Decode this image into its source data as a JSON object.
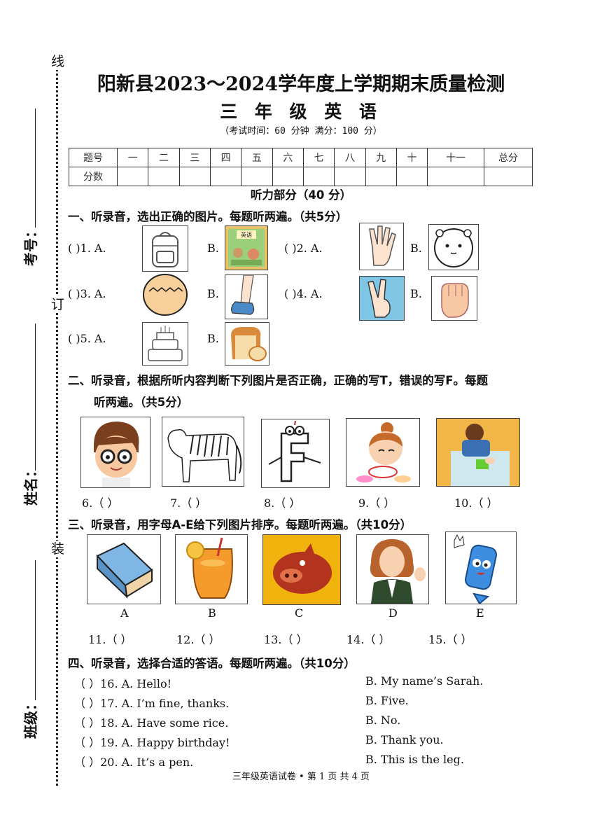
{
  "margin": {
    "marks": [
      "线",
      "订",
      "装"
    ],
    "labels": [
      "考号：",
      "姓名：",
      "班级："
    ]
  },
  "header": {
    "title": "阳新县2023～2024学年度上学期期末质量检测",
    "subject": "三 年 级 英 语",
    "info": "（考试时间：60 分钟   满分：100 分）"
  },
  "score_table": {
    "row1": [
      "题号",
      "一",
      "二",
      "三",
      "四",
      "五",
      "六",
      "七",
      "八",
      "九",
      "十",
      "十一",
      "总分"
    ],
    "row2_label": "分数"
  },
  "part_title": "听力部分（40 分）",
  "section1": {
    "heading": "一、听录音，选出正确的图片。每题听两遍。（共5分）",
    "items": [
      {
        "num": "(      )1. A.",
        "a_icon": "backpack-icon",
        "b_icon": "english-book-icon"
      },
      {
        "num": "(      )2. A.",
        "a_icon": "hand-icon",
        "b_icon": "face-icon"
      },
      {
        "num": "(      )3. A.",
        "a_icon": "egg-icon",
        "b_icon": "leg-foot-icon"
      },
      {
        "num": "(      )4. A.",
        "a_icon": "victory-hand-icon",
        "b_icon": "fist-icon"
      },
      {
        "num": "(      )5. A.",
        "a_icon": "birthday-cake-icon",
        "b_icon": "bread-icon"
      }
    ],
    "b_label": "B."
  },
  "section2": {
    "heading_line1": "二、听录音，根据所听内容判断下列图片是否正确，正确的写T，错误的写F。每题",
    "heading_line2": "听两遍。（共5分）",
    "items": [
      {
        "label": "6.（      ）",
        "icon": "boy-glasses-icon"
      },
      {
        "label": "7.（      ）",
        "icon": "tiger-icon"
      },
      {
        "label": "8.（      ）",
        "icon": "letter-f-icon"
      },
      {
        "label": "9.（      ）",
        "icon": "girl-eating-icon"
      },
      {
        "label": "10.（      ）",
        "icon": "boy-desk-icon"
      }
    ]
  },
  "section3": {
    "heading": "三、听录音，用字母A-E给下列图片排序。每题听两遍。（共10分）",
    "pictures": [
      {
        "letter": "A",
        "icon": "eraser-icon"
      },
      {
        "letter": "B",
        "icon": "juice-icon"
      },
      {
        "letter": "C",
        "icon": "pig-icon"
      },
      {
        "letter": "D",
        "icon": "teacher-icon"
      },
      {
        "letter": "E",
        "icon": "crayon-icon"
      }
    ],
    "answers": [
      "11.（        ）",
      "12.（        ）",
      "13.（        ）",
      "14.（        ）",
      "15.（        ）"
    ]
  },
  "section4": {
    "heading": "四、听录音，选择合适的答语。每题听两遍。（共10分）",
    "items": [
      {
        "q": "（      ）16. A. Hello!",
        "b": "B. My name’s Sarah."
      },
      {
        "q": "（      ）17. A. I’m fine, thanks.",
        "b": "B. Five."
      },
      {
        "q": "（      ）18. A. Have some rice.",
        "b": "B. No."
      },
      {
        "q": "（      ）19. A. Happy birthday!",
        "b": "B. Thank you."
      },
      {
        "q": "（      ）20. A. It’s a pen.",
        "b": "B. This is the leg."
      }
    ]
  },
  "footer": "三年级英语试卷 • 第  1  页  共  4  页",
  "book_cover_text": "英语"
}
